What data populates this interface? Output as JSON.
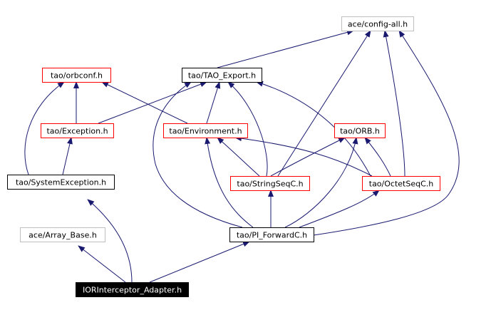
{
  "colors": {
    "edge": "#191970",
    "border_red": "#ff0000",
    "border_black": "#000000",
    "border_gray": "#bfbfbf",
    "focus_fill": "#000000",
    "focus_text": "#ffffff",
    "text": "#000000"
  },
  "nodes": [
    {
      "id": "config_all",
      "label": "ace/config-all.h",
      "border": "gray"
    },
    {
      "id": "orbconf",
      "label": "tao/orbconf.h",
      "border": "red"
    },
    {
      "id": "tao_export",
      "label": "tao/TAO_Export.h",
      "border": "black"
    },
    {
      "id": "exception",
      "label": "tao/Exception.h",
      "border": "red"
    },
    {
      "id": "environment",
      "label": "tao/Environment.h",
      "border": "red"
    },
    {
      "id": "orb",
      "label": "tao/ORB.h",
      "border": "red"
    },
    {
      "id": "system_exception",
      "label": "tao/SystemException.h",
      "border": "black"
    },
    {
      "id": "string_seq",
      "label": "tao/StringSeqC.h",
      "border": "red"
    },
    {
      "id": "octet_seq",
      "label": "tao/OctetSeqC.h",
      "border": "red"
    },
    {
      "id": "array_base",
      "label": "ace/Array_Base.h",
      "border": "gray"
    },
    {
      "id": "pi_forward",
      "label": "tao/PI_ForwardC.h",
      "border": "black"
    },
    {
      "id": "ior_interceptor",
      "label": "IORInterceptor_Adapter.h",
      "border": "focus"
    }
  ],
  "edges": [
    {
      "from": "tao_export",
      "to": "config_all"
    },
    {
      "from": "string_seq",
      "to": "config_all"
    },
    {
      "from": "octet_seq",
      "to": "config_all"
    },
    {
      "from": "pi_forward",
      "to": "config_all"
    },
    {
      "from": "exception",
      "to": "orbconf"
    },
    {
      "from": "environment",
      "to": "orbconf"
    },
    {
      "from": "system_exception",
      "to": "orbconf"
    },
    {
      "from": "exception",
      "to": "tao_export"
    },
    {
      "from": "environment",
      "to": "tao_export"
    },
    {
      "from": "string_seq",
      "to": "tao_export"
    },
    {
      "from": "octet_seq",
      "to": "tao_export"
    },
    {
      "from": "pi_forward",
      "to": "tao_export"
    },
    {
      "from": "system_exception",
      "to": "exception"
    },
    {
      "from": "string_seq",
      "to": "environment"
    },
    {
      "from": "octet_seq",
      "to": "environment"
    },
    {
      "from": "pi_forward",
      "to": "environment"
    },
    {
      "from": "string_seq",
      "to": "orb"
    },
    {
      "from": "octet_seq",
      "to": "orb"
    },
    {
      "from": "pi_forward",
      "to": "orb"
    },
    {
      "from": "pi_forward",
      "to": "string_seq"
    },
    {
      "from": "pi_forward",
      "to": "octet_seq"
    },
    {
      "from": "ior_interceptor",
      "to": "system_exception"
    },
    {
      "from": "ior_interceptor",
      "to": "array_base"
    },
    {
      "from": "ior_interceptor",
      "to": "pi_forward"
    }
  ]
}
